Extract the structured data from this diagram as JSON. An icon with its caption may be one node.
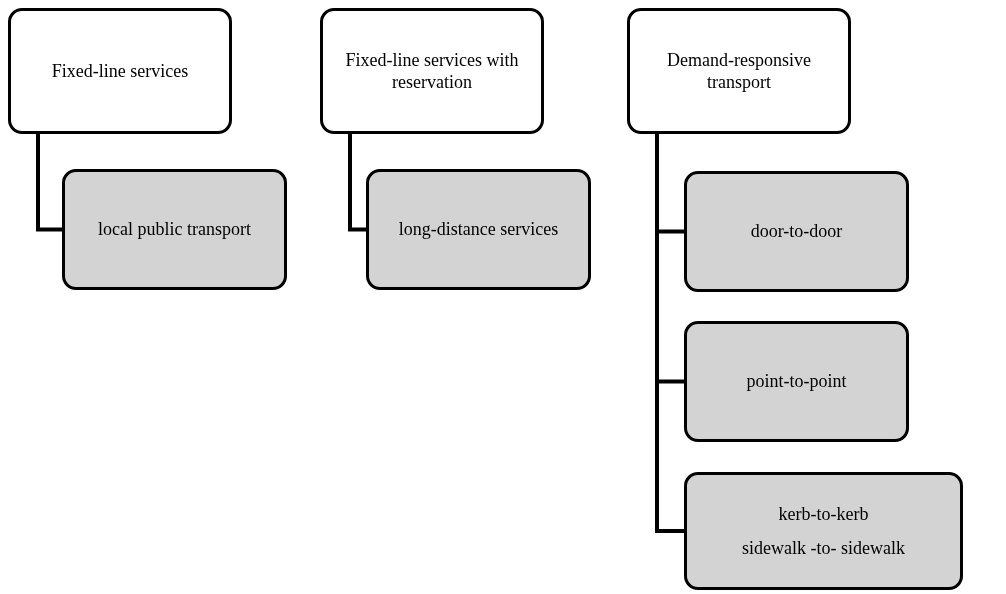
{
  "diagram": {
    "nodes": [
      {
        "text": [
          "Fixed-line services"
        ]
      },
      {
        "text": [
          "local public transport"
        ]
      },
      {
        "text": [
          "Fixed-line services with reservation"
        ]
      },
      {
        "text": [
          "long-distance services"
        ]
      },
      {
        "text": [
          "Demand-responsive transport"
        ]
      },
      {
        "text": [
          "door-to-door"
        ]
      },
      {
        "text": [
          "point-to-point"
        ]
      },
      {
        "text": [
          "kerb-to-kerb",
          "sidewalk -to- sidewalk"
        ]
      }
    ],
    "edges": [
      {
        "from": 0,
        "to": 1,
        "arrow": "none"
      },
      {
        "from": 2,
        "to": 3,
        "arrow": "none"
      },
      {
        "from": 4,
        "to": 5,
        "arrow": "none"
      },
      {
        "from": 4,
        "to": 6,
        "arrow": "none"
      },
      {
        "from": 4,
        "to": 7,
        "arrow": "none"
      }
    ]
  }
}
